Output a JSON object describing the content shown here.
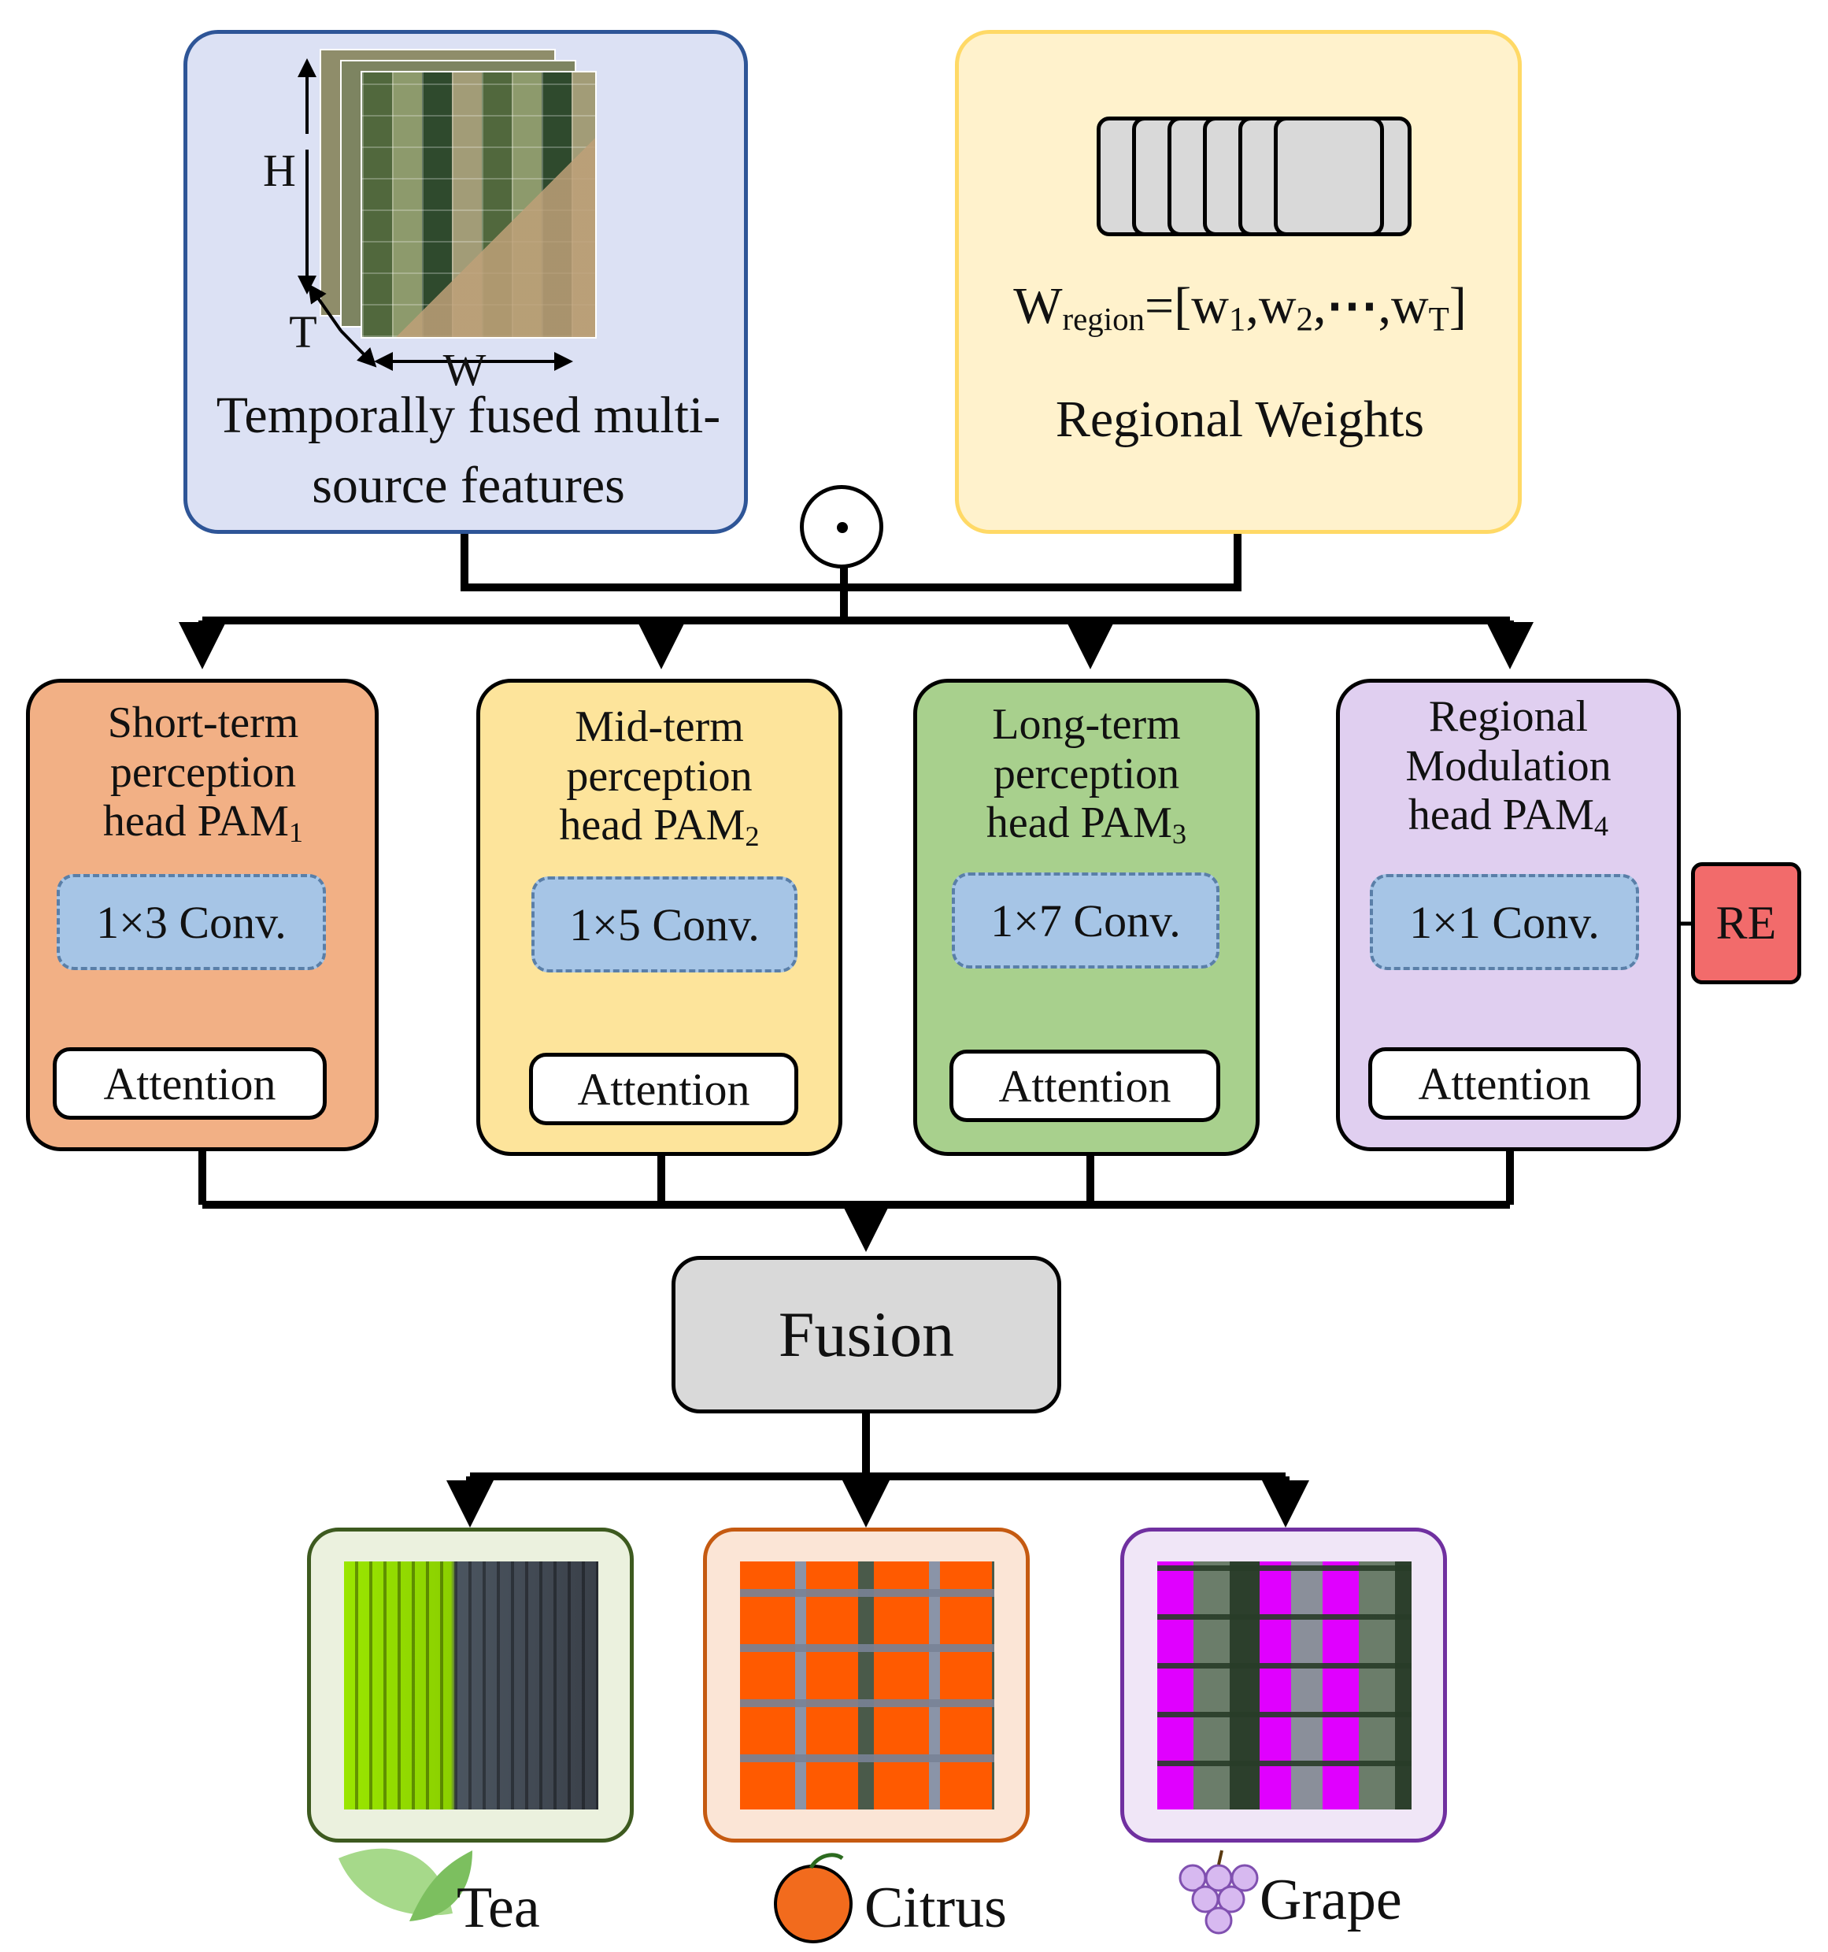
{
  "input": {
    "title": "Temporally fused multi-source features",
    "dim_h": "H",
    "dim_t": "T",
    "dim_w": "W"
  },
  "weights": {
    "w": "W",
    "region": "region",
    "eq": "=[w",
    "c1": ",w",
    "c2": ",",
    "dots": "⋯",
    "c3": ",w",
    "close": "]",
    "s1": "1",
    "s2": "2",
    "sT": "T",
    "title": "Regional Weights"
  },
  "operator": {
    "symbol": "⊙"
  },
  "heads": [
    {
      "l1": "Short-term",
      "l2": "perception",
      "l3": "head PAM",
      "sub": "1",
      "conv": "1×3 Conv.",
      "attention": "Attention",
      "color": "#f2b085"
    },
    {
      "l1": "Mid-term",
      "l2": "perception",
      "l3": "head PAM",
      "sub": "2",
      "conv": "1×5 Conv.",
      "attention": "Attention",
      "color": "#fde49b"
    },
    {
      "l1": "Long-term",
      "l2": "perception",
      "l3": "head PAM",
      "sub": "3",
      "conv": "1×7 Conv.",
      "attention": "Attention",
      "color": "#a8d08d"
    },
    {
      "l1": "Regional",
      "l2": "Modulation",
      "l3": "head PAM",
      "sub": "4",
      "conv": "1×1 Conv.",
      "attention": "Attention",
      "color": "#e0cff0"
    }
  ],
  "re": {
    "label": "RE",
    "color": "#f26b6b"
  },
  "fusion": {
    "label": "Fusion"
  },
  "outputs": [
    {
      "label": "Tea",
      "icon": "tea-leaf-icon",
      "color": "#9ae600"
    },
    {
      "label": "Citrus",
      "icon": "orange-icon",
      "color": "#ff5a00"
    },
    {
      "label": "Grape",
      "icon": "grape-icon",
      "color": "#e000ff"
    }
  ]
}
